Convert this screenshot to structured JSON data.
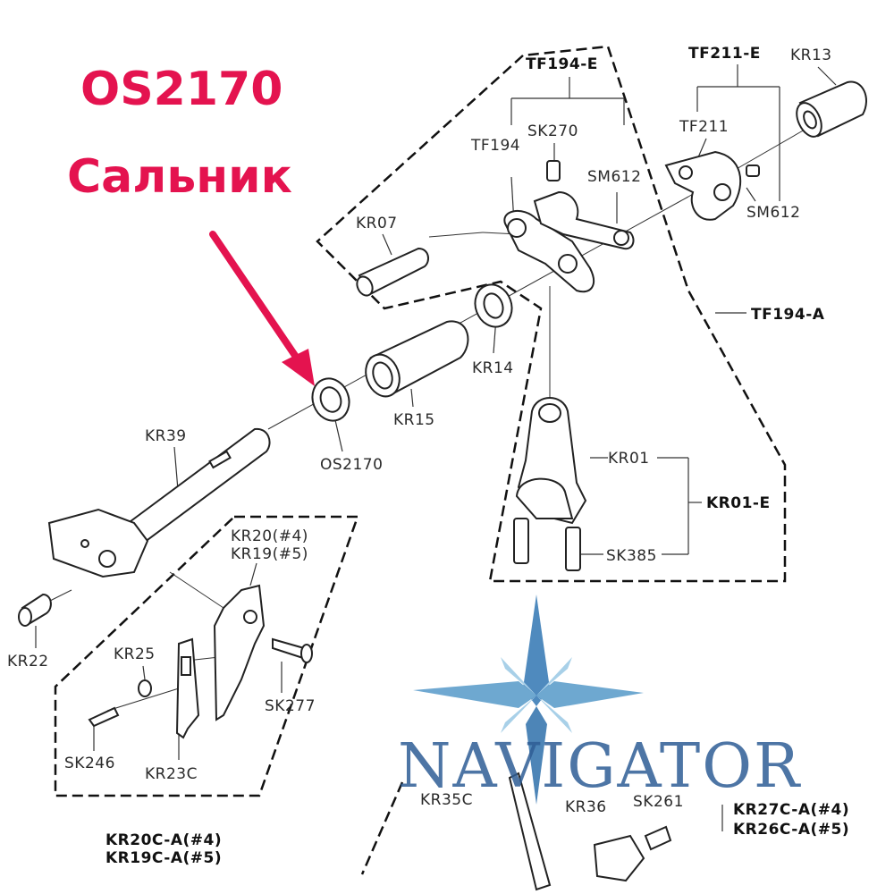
{
  "header": {
    "part_code": "OS2170",
    "part_name": "Сальник"
  },
  "labels": {
    "tf194_e": "TF194-E",
    "tf211_e": "TF211-E",
    "kr13": "KR13",
    "tf211": "TF211",
    "sk270": "SK270",
    "tf194": "TF194",
    "sm612_a": "SM612",
    "sm612_b": "SM612",
    "kr07": "KR07",
    "tf194_a": "TF194-A",
    "kr14": "KR14",
    "kr15": "KR15",
    "os2170": "OS2170",
    "kr39": "KR39",
    "kr01": "KR01",
    "kr01_e": "KR01-E",
    "sk385": "SK385",
    "kr20_4": "KR20(#4)",
    "kr19_5": "KR19(#5)",
    "kr22": "KR22",
    "kr25": "KR25",
    "sk277": "SK277",
    "sk246": "SK246",
    "kr23c": "KR23C",
    "kr20c_a": "KR20C-A(#4)",
    "kr19c_a": "KR19C-A(#5)",
    "kr35c": "KR35C",
    "kr36": "KR36",
    "sk261": "SK261",
    "kr27c_a": "KR27C-A(#4)",
    "kr26c_a": "KR26C-A(#5)"
  },
  "watermark": {
    "brand": "NAVIGATOR"
  },
  "colors": {
    "title": "#e4134f",
    "arrow": "#e4134f",
    "line": "#222222",
    "brand_blue": "#2f5e96",
    "brand_light": "#7fb6d8"
  }
}
